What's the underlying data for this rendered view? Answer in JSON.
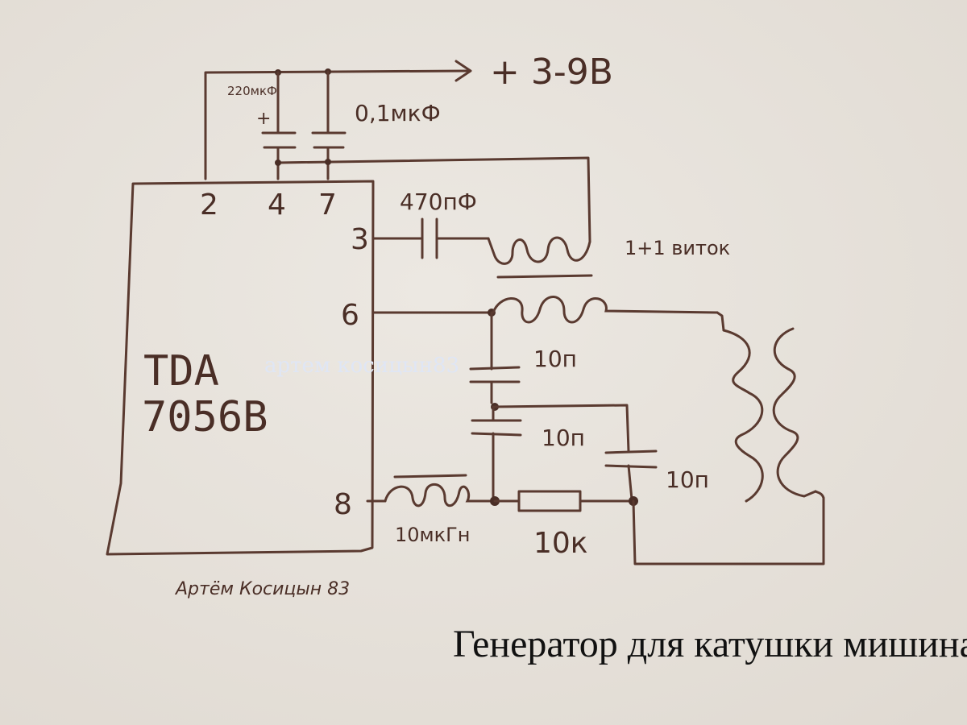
{
  "title": "Генератор для катушки мишина",
  "watermark": "артем косицын83",
  "signature": "Артём Косицын 83",
  "chip": {
    "line1": "TDA",
    "line2": "7056B"
  },
  "pins": {
    "p2": "2",
    "p4": "4",
    "p7": "7",
    "p3": "3",
    "p6": "6",
    "p8": "8"
  },
  "supply_label": "+ 3-9В",
  "components": {
    "cap_electrolytic": "220мкФ",
    "cap_electrolytic_plus": "+",
    "cap_decoupling": "0,1мкФ",
    "cap_coupling": "470пФ",
    "pickup_coil": "1+1 виток",
    "cap_top": "10п",
    "cap_mid": "10п",
    "cap_right": "10п",
    "choke": "10мкГн",
    "resistor": "10к"
  },
  "colors": {
    "ink": "#5a3a30",
    "paper": "#e9e4dd",
    "title": "#111111",
    "watermark": "#dfe6f5"
  }
}
